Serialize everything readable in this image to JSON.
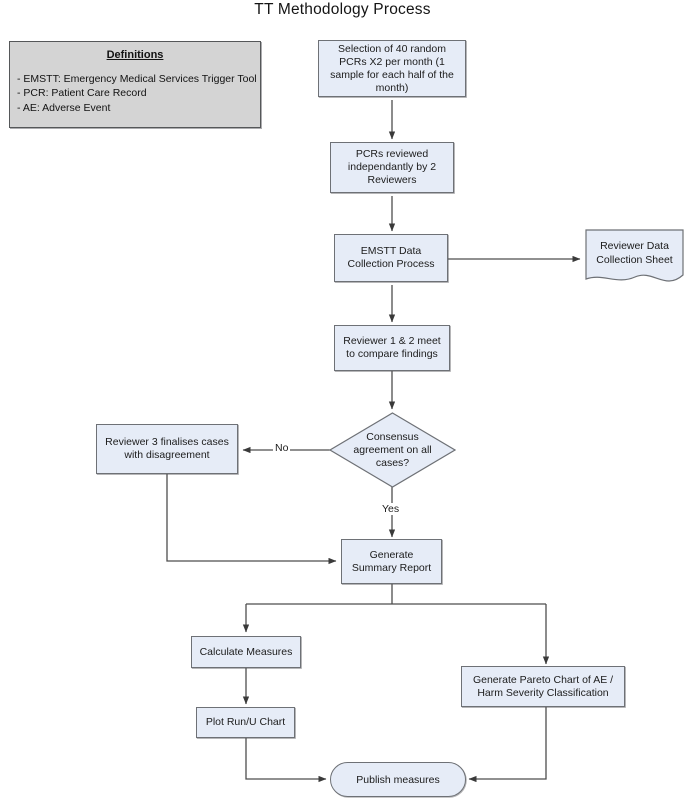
{
  "diagram": {
    "title": "TT Methodology Process",
    "colors": {
      "process_fill": "#e6ecf7",
      "process_stroke": "#6e7176",
      "legend_fill": "#d4d4d4",
      "legend_stroke": "#555759",
      "edge_stroke": "#4d4d4d",
      "background": "#ffffff"
    }
  },
  "legend": {
    "title": "Definitions",
    "items": [
      "- EMSTT: Emergency Medical Services Trigger Tool",
      "- PCR: Patient Care Record",
      "- AE: Adverse Event"
    ]
  },
  "nodes": {
    "selection": {
      "label": "Selection of 40 random PCRs X2 per month (1 sample for each half of the month)",
      "shape": "process"
    },
    "review": {
      "label": "PCRs reviewed independantly by 2 Reviewers",
      "shape": "process"
    },
    "emstt": {
      "label": "EMSTT Data Collection Process",
      "shape": "process"
    },
    "sheet": {
      "label": "Reviewer Data Collection Sheet",
      "shape": "document"
    },
    "meet": {
      "label": "Reviewer 1 & 2 meet to compare findings",
      "shape": "process"
    },
    "consensus": {
      "label": "Consensus agreement on all cases?",
      "shape": "decision"
    },
    "reviewer3": {
      "label": "Reviewer 3 finalises cases with disagreement",
      "shape": "process"
    },
    "summary": {
      "label": "Generate Summary Report",
      "shape": "process"
    },
    "calculate": {
      "label": "Calculate Measures",
      "shape": "process"
    },
    "plot": {
      "label": "Plot Run/U Chart",
      "shape": "process"
    },
    "pareto": {
      "label": "Generate Pareto Chart of AE / Harm Severity Classification",
      "shape": "process"
    },
    "publish": {
      "label": "Publish measures",
      "shape": "terminator"
    }
  },
  "edge_labels": {
    "no": "No",
    "yes": "Yes"
  }
}
